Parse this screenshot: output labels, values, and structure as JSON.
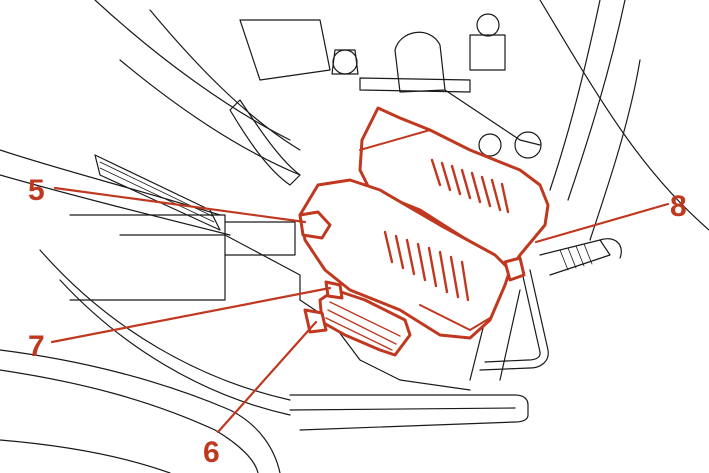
{
  "diagram": {
    "accent_color": "#c0381f",
    "line_color": "#1a1a1a",
    "callouts": [
      {
        "id": "5",
        "label": "5"
      },
      {
        "id": "8",
        "label": "8"
      },
      {
        "id": "7",
        "label": "7"
      },
      {
        "id": "6",
        "label": "6"
      }
    ]
  }
}
